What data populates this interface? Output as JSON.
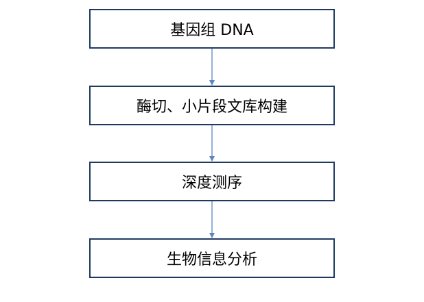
{
  "flowchart": {
    "steps": [
      {
        "label": "基因组 DNA"
      },
      {
        "label": "酶切、小片段文库构建"
      },
      {
        "label": "深度测序"
      },
      {
        "label": "生物信息分析"
      }
    ]
  },
  "colors": {
    "box_border": "#1f3a60",
    "arrow": "#5b86c0",
    "background": "#ffffff"
  }
}
